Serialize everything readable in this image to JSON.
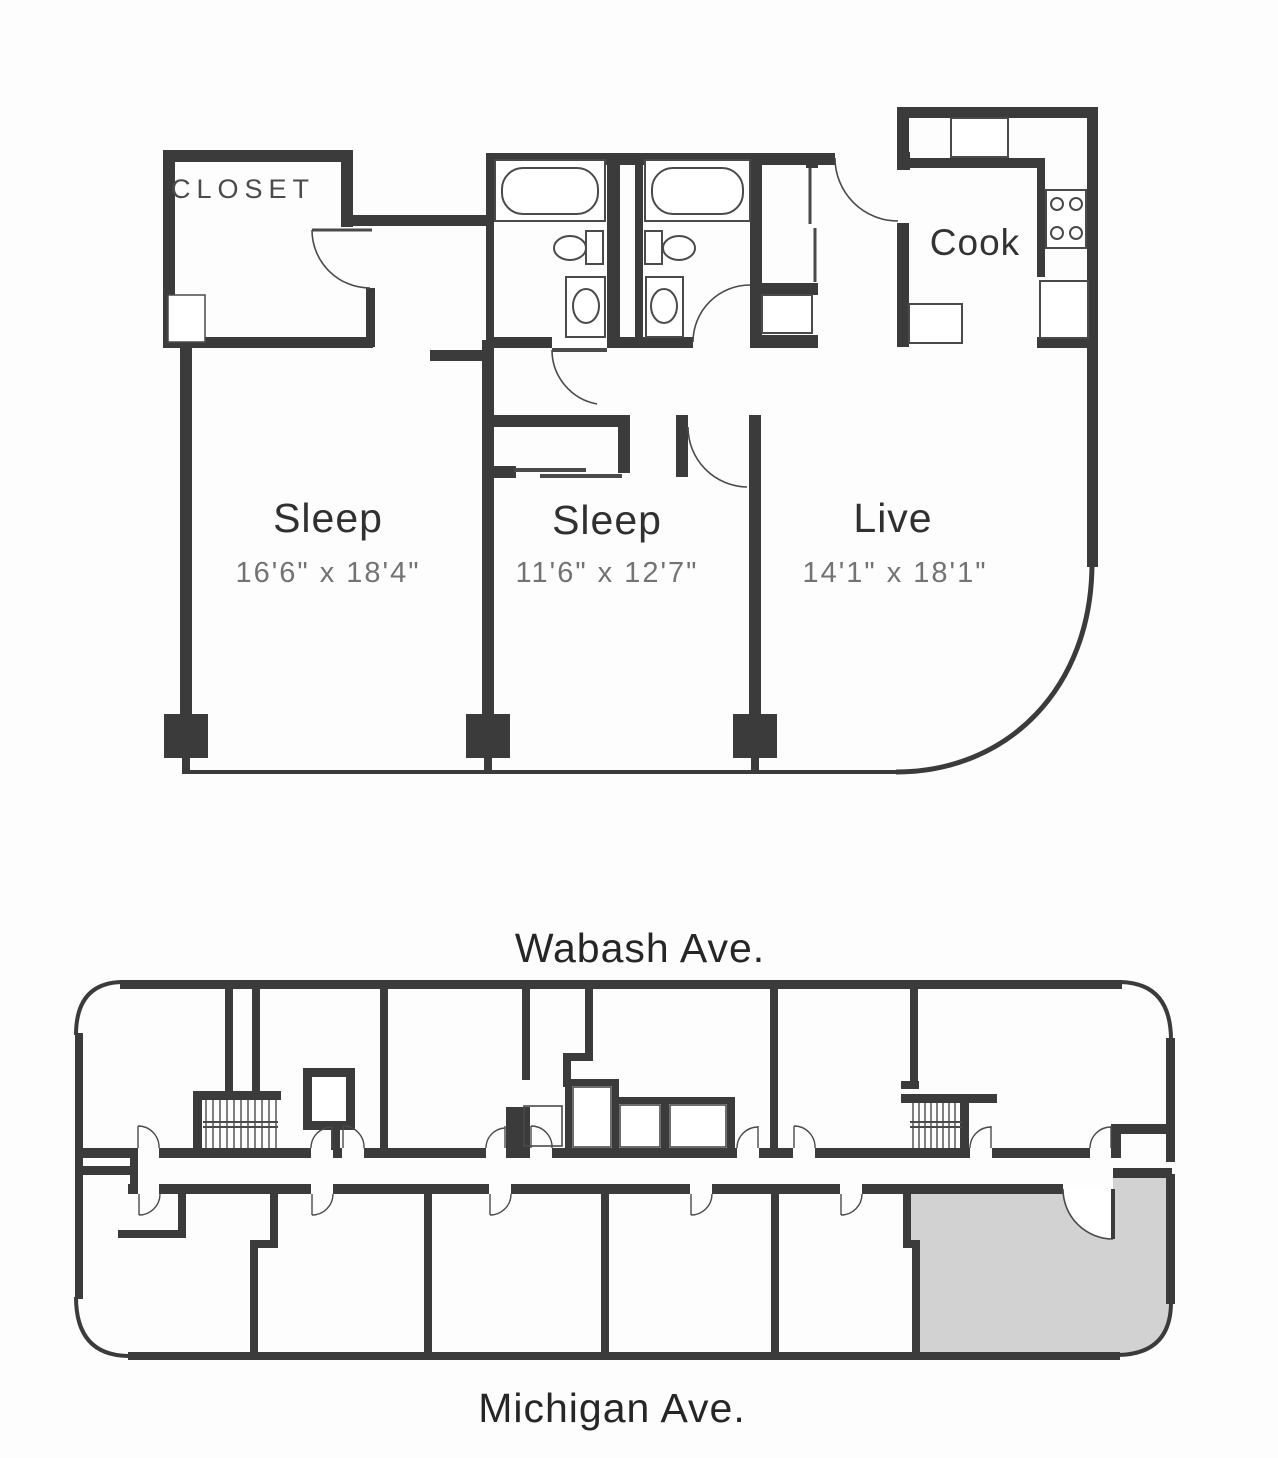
{
  "unit_plan": {
    "closet_label": "CLOSET",
    "kitchen_label": "Cook",
    "rooms": [
      {
        "name": "Sleep",
        "dims": "16'6\" x 18'4\""
      },
      {
        "name": "Sleep",
        "dims": "11'6\" x 12'7\""
      },
      {
        "name": "Live",
        "dims": "14'1\" x 18'1\""
      }
    ],
    "fixtures": [
      "bathtub",
      "bathtub",
      "toilet",
      "toilet",
      "sink-vanity",
      "sink-vanity",
      "stove-4-burner",
      "refrigerator",
      "counter",
      "counter"
    ]
  },
  "site_plan": {
    "street_top": "Wabash Ave.",
    "street_bottom": "Michigan Ave.",
    "highlighted_unit": "bottom-right unit",
    "features": [
      "corridor",
      "stairs-west",
      "stairs-east",
      "elevator-bank",
      "shaft"
    ]
  },
  "colors": {
    "wall": "#3b3b3b",
    "thin_line": "#4a4a4a",
    "highlight_fill": "#d2d2d2",
    "dim_text": "#737373",
    "background": "#fdfdfd"
  }
}
